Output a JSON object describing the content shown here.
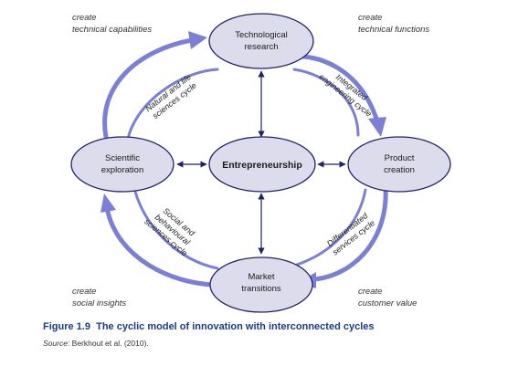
{
  "nodes": {
    "tech_research": [
      "Technological",
      "research"
    ],
    "scientific": [
      "Scientific",
      "exploration"
    ],
    "entrepreneurship": "Entrepreneurship",
    "product": [
      "Product",
      "creation"
    ],
    "market": [
      "Market",
      "transitions"
    ]
  },
  "corners": {
    "top_left": [
      "create",
      "technical capabilities"
    ],
    "top_right": [
      "create",
      "technical functions"
    ],
    "bottom_left": [
      "create",
      "social insights"
    ],
    "bottom_right": [
      "create",
      "customer value"
    ]
  },
  "cycles": {
    "natural": [
      "Natural and life",
      "sciences cycle"
    ],
    "integrated": [
      "Integrated",
      "engineering cycle"
    ],
    "social": [
      "Social and",
      "behavioural",
      "sciences cycle"
    ],
    "differentiated": [
      "Differentiated",
      "services cycle"
    ]
  },
  "caption": {
    "figure_label": "Figure 1.9",
    "title": "The cyclic model of innovation with interconnected cycles"
  },
  "source": {
    "label": "Source",
    "text": ": Berkhout et al. (2010)."
  },
  "colors": {
    "node_fill": "#dcdcec",
    "node_stroke": "#20226a",
    "cycle_arrow": "#7b7fd6",
    "connector": "#20226a",
    "caption": "#1a3a8c"
  }
}
